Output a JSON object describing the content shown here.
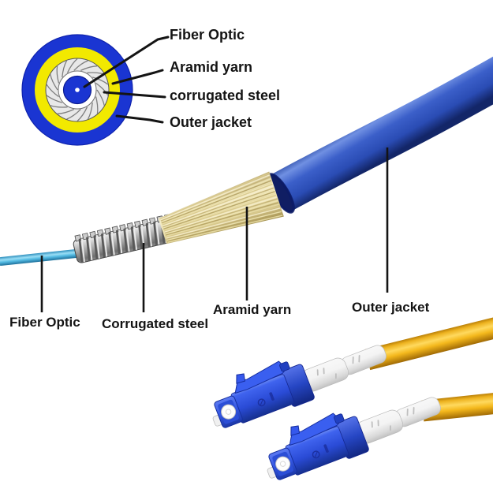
{
  "cross_section": {
    "labels": {
      "fiber_optic": "Fiber Optic",
      "aramid_yarn": "Aramid yarn",
      "corrugated_steel": "corrugated steel",
      "outer_jacket": "Outer jacket"
    }
  },
  "stripped_cable": {
    "labels": {
      "fiber_optic": "Fiber Optic",
      "corrugated_steel": "Corrugated steel",
      "aramid_yarn": "Aramid yarn",
      "outer_jacket": "Outer jacket"
    }
  },
  "colors": {
    "background": "#ffffff",
    "label_color": "#141414",
    "cross_blue": "#1a35d2",
    "cross_yellow": "#f2e900",
    "jacket_blue": "#3b5fc9",
    "fiber_cyan": "#55bce4",
    "steel_gray": "#a8a8a8",
    "aramid_cream": "#e9dda8",
    "connector_blue": "#2a4bd6",
    "boot_white": "#f8f8f8",
    "patch_yellow": "#ffd95e"
  }
}
